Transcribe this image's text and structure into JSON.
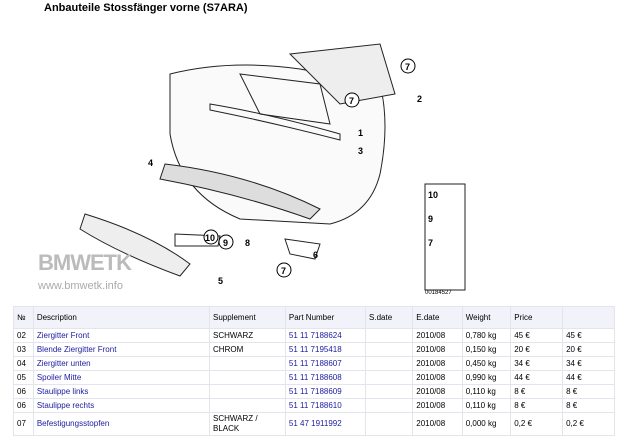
{
  "title": "Anbauteile Stossfänger vorne (S7ARA)",
  "watermark": {
    "brand": "BMWETK",
    "url": "www.bmwetk.info"
  },
  "diagram": {
    "number": "00184527",
    "callouts": [
      "7",
      "2",
      "7",
      "1",
      "3",
      "4",
      "10",
      "9",
      "8",
      "7",
      "6",
      "5",
      "10",
      "9",
      "7"
    ]
  },
  "table": {
    "headers": [
      "№",
      "Description",
      "Supplement",
      "Part Number",
      "S.date",
      "E.date",
      "Weight",
      "Price",
      ""
    ],
    "rows": [
      {
        "no": "02",
        "desc": "Ziergitter Front",
        "supp": "SCHWARZ",
        "part": "51 11 7188624",
        "sdate": "",
        "edate": "2010/08",
        "weight": "0,780 kg",
        "price": "45 €",
        "total": "45 €"
      },
      {
        "no": "03",
        "desc": "Blende Ziergitter Front",
        "supp": "CHROM",
        "part": "51 11 7195418",
        "sdate": "",
        "edate": "2010/08",
        "weight": "0,150 kg",
        "price": "20 €",
        "total": "20 €"
      },
      {
        "no": "04",
        "desc": "Ziergitter unten",
        "supp": "",
        "part": "51 11 7188607",
        "sdate": "",
        "edate": "2010/08",
        "weight": "0,450 kg",
        "price": "34 €",
        "total": "34 €"
      },
      {
        "no": "05",
        "desc": "Spoiler Mitte",
        "supp": "",
        "part": "51 11 7188608",
        "sdate": "",
        "edate": "2010/08",
        "weight": "0,990 kg",
        "price": "44 €",
        "total": "44 €"
      },
      {
        "no": "06",
        "desc": "Staulippe links",
        "supp": "",
        "part": "51 11 7188609",
        "sdate": "",
        "edate": "2010/08",
        "weight": "0,110 kg",
        "price": "8 €",
        "total": "8 €"
      },
      {
        "no": "06",
        "desc": "Staulippe rechts",
        "supp": "",
        "part": "51 11 7188610",
        "sdate": "",
        "edate": "2010/08",
        "weight": "0,110 kg",
        "price": "8 €",
        "total": "8 €"
      },
      {
        "no": "07",
        "desc": "Befestigungsstopfen",
        "supp": "SCHWARZ / BLACK",
        "part": "51 47 1911992",
        "sdate": "",
        "edate": "2010/08",
        "weight": "0,000 kg",
        "price": "0,2 €",
        "total": "0,2 €"
      }
    ]
  }
}
